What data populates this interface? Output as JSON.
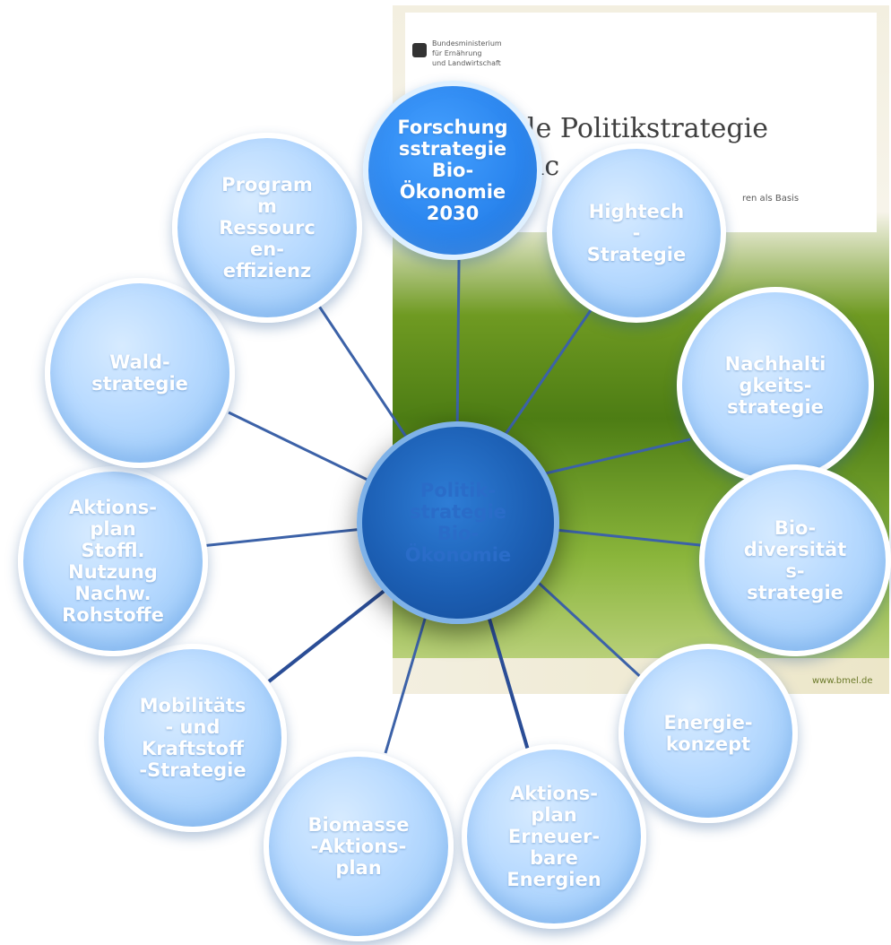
{
  "cover": {
    "ministry_lines": [
      "Bundesministerium",
      "für Ernährung",
      "und Landwirtschaft"
    ],
    "title_fragment": "le Politikstrategie",
    "title_line2_fragment": "nc",
    "subtitle_fragment": "ren als Basis",
    "url": "www.bmel.de"
  },
  "center": {
    "label": "Politik-\nstrategie\nBio-\nÖkonomie"
  },
  "nodes": [
    {
      "label": "Forschung\nsstrategie\nBio-\nÖkonomie\n2030"
    },
    {
      "label": "Hightech\n-\nStrategie"
    },
    {
      "label": "Nachhalti\ngkeits-\nstrategie"
    },
    {
      "label": "Bio-\ndiversität\ns-\nstrategie"
    },
    {
      "label": "Energie-\nkonzept"
    },
    {
      "label": "Aktions-\nplan\nErneuer-\nbare\nEnergien"
    },
    {
      "label": "Biomasse\n-Aktions-\nplan"
    },
    {
      "label": "Mobilitäts\n- und\nKraftstoff\n-Strategie"
    },
    {
      "label": "Aktions-\nplan\nStoffl.\nNutzung\nNachw.\nRohstoffe"
    },
    {
      "label": "Wald-\nstrategie"
    },
    {
      "label": "Program\nm\nRessourc\nen-\neffizienz"
    }
  ]
}
